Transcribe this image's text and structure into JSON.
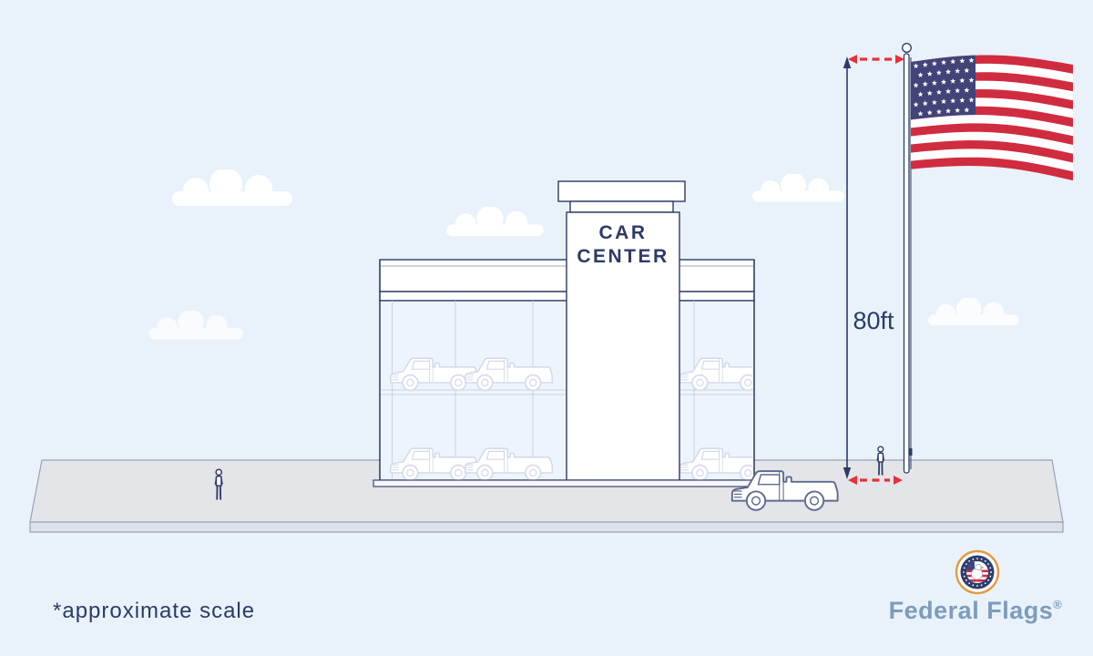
{
  "scene": {
    "building_sign": {
      "line1": "CAR",
      "line2": "CENTER"
    },
    "measurement": {
      "height_label": "80ft"
    },
    "footer": {
      "scale_note": "*approximate scale",
      "brand_name": "Federal Flags",
      "brand_reg": "®"
    },
    "flag": {
      "type": "us-flag",
      "stripe_count": 13,
      "star_rows": 6,
      "star_cols_even": 7,
      "star_cols_odd": 6
    }
  },
  "colors": {
    "sky": "#e9f2fb",
    "cloud": "#ffffff",
    "glass": "#eef4fc",
    "navy": "#2c3a68",
    "navy-soft": "#5f6b90",
    "outline-faint": "#d5daea",
    "ground-top": "#e4e5e9",
    "ground-face": "#dde0ed",
    "ground-edge": "#9aa0b7",
    "red-dash": "#e63137",
    "flag-red": "#d02c40",
    "flag-canton": "#434379",
    "brand-blue": "#7e9cbb",
    "brand-gold": "#e29b40"
  }
}
